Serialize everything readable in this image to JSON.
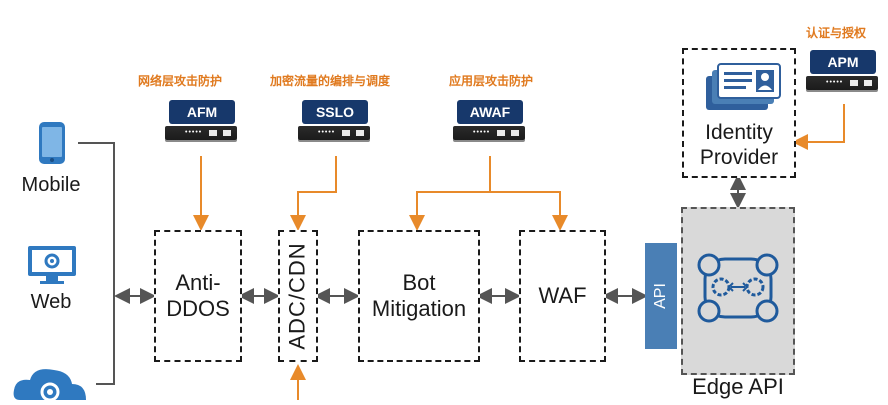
{
  "clients": {
    "mobile": "Mobile",
    "web": "Web"
  },
  "devices": {
    "afm": {
      "label": "AFM",
      "caption": "网络层攻击防护"
    },
    "sslo": {
      "label": "SSLO",
      "caption": "加密流量的编排与调度"
    },
    "awaf": {
      "label": "AWAF",
      "caption": "应用层攻击防护"
    },
    "apm": {
      "label": "APM",
      "caption": "认证与授权"
    }
  },
  "blocks": {
    "anti_ddos": "Anti-\nDDOS",
    "adc_cdn": "ADC/CDN",
    "bot_mitigation": "Bot\nMitigation",
    "waf": "WAF",
    "api": "API",
    "edge_api": "Edge API",
    "identity_provider": "Identity\nProvider"
  },
  "colors": {
    "accent_orange": "#e88a2a",
    "navy": "#17386b",
    "api_blue": "#4a7fb5",
    "edge_gray": "#d9d9d9"
  }
}
